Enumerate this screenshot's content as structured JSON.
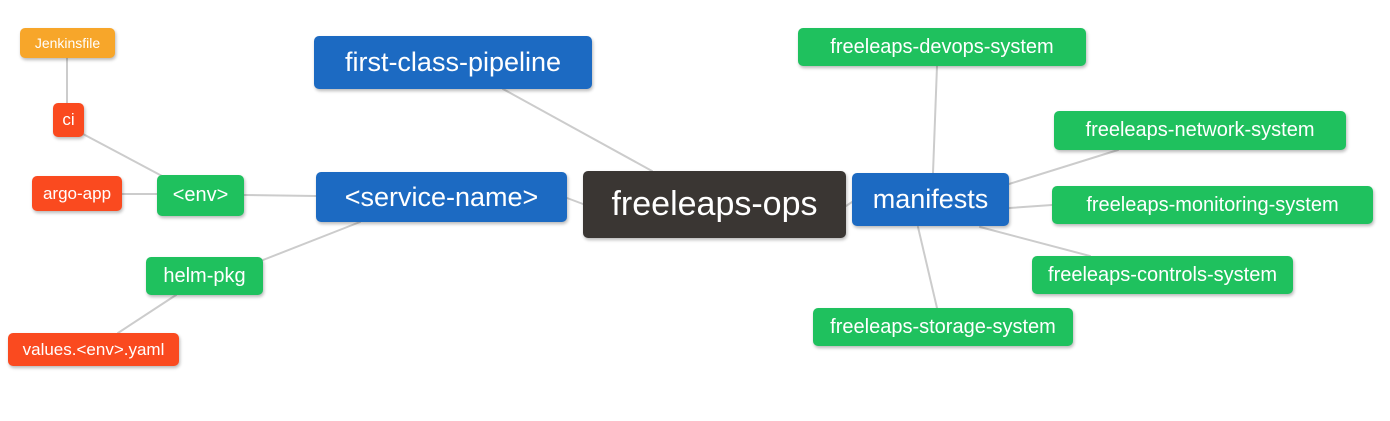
{
  "canvas": {
    "background": "#ffffff",
    "edge_color": "#cccccc",
    "text_color": "#ffffff"
  },
  "palette": {
    "blue": "#1c6ac2",
    "green": "#1fc15e",
    "red": "#fa4a1f",
    "orange": "#f7a62a",
    "dark": "#3a3633"
  },
  "nodes": {
    "freeleaps_ops": {
      "label": "freeleaps-ops",
      "color": "#3a3633"
    },
    "first_class_pipeline": {
      "label": "first-class-pipeline",
      "color": "#1c6ac2"
    },
    "service_name": {
      "label": "<service-name>",
      "color": "#1c6ac2"
    },
    "manifests": {
      "label": "manifests",
      "color": "#1c6ac2"
    },
    "env": {
      "label": "<env>",
      "color": "#1fc15e"
    },
    "helm_pkg": {
      "label": "helm-pkg",
      "color": "#1fc15e"
    },
    "ci": {
      "label": "ci",
      "color": "#fa4a1f"
    },
    "argo_app": {
      "label": "argo-app",
      "color": "#fa4a1f"
    },
    "values_env_yaml": {
      "label": "values.<env>.yaml",
      "color": "#fa4a1f"
    },
    "jenkinsfile": {
      "label": "Jenkinsfile",
      "color": "#f7a62a"
    },
    "devops_system": {
      "label": "freeleaps-devops-system",
      "color": "#1fc15e"
    },
    "network_system": {
      "label": "freeleaps-network-system",
      "color": "#1fc15e"
    },
    "monitoring_system": {
      "label": "freeleaps-monitoring-system",
      "color": "#1fc15e"
    },
    "controls_system": {
      "label": "freeleaps-controls-system",
      "color": "#1fc15e"
    },
    "storage_system": {
      "label": "freeleaps-storage-system",
      "color": "#1fc15e"
    }
  },
  "edges": [
    {
      "from": "jenkinsfile",
      "to": "ci"
    },
    {
      "from": "ci",
      "to": "env"
    },
    {
      "from": "argo_app",
      "to": "env"
    },
    {
      "from": "env",
      "to": "service_name"
    },
    {
      "from": "helm_pkg",
      "to": "service_name"
    },
    {
      "from": "values_env_yaml",
      "to": "helm_pkg"
    },
    {
      "from": "first_class_pipeline",
      "to": "freeleaps_ops"
    },
    {
      "from": "service_name",
      "to": "freeleaps_ops"
    },
    {
      "from": "freeleaps_ops",
      "to": "manifests"
    },
    {
      "from": "manifests",
      "to": "devops_system"
    },
    {
      "from": "manifests",
      "to": "network_system"
    },
    {
      "from": "manifests",
      "to": "monitoring_system"
    },
    {
      "from": "manifests",
      "to": "controls_system"
    },
    {
      "from": "manifests",
      "to": "storage_system"
    }
  ]
}
